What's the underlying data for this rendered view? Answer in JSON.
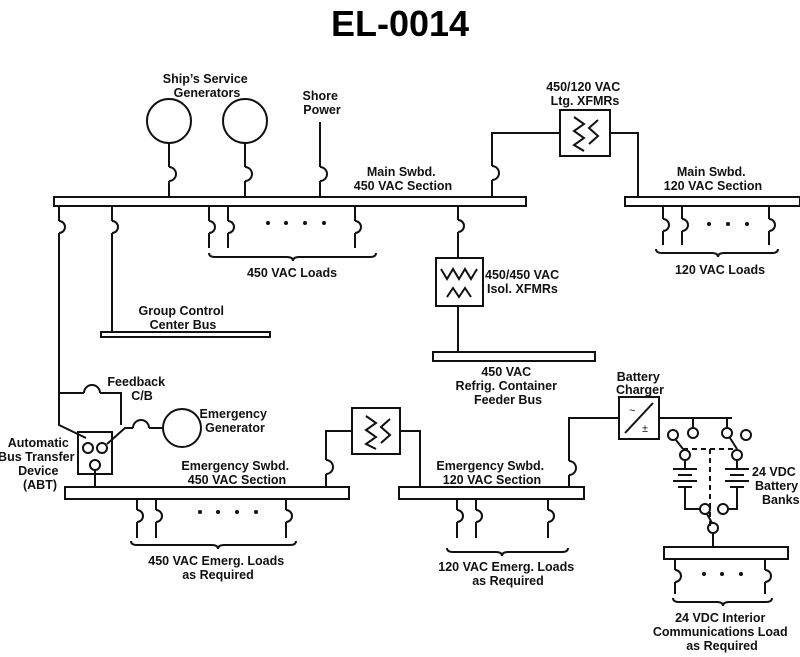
{
  "title": "EL-0014",
  "labels": {
    "ss_generators": [
      "Ship’s Service",
      "Generators"
    ],
    "shore_power": [
      "Shore",
      "Power"
    ],
    "main_450": [
      "Main Swbd.",
      "450 VAC Section"
    ],
    "ltg_xfmrs": [
      "450/120 VAC",
      "Ltg. XFMRs"
    ],
    "main_120": [
      "Main Swbd.",
      "120 VAC Section"
    ],
    "loads_450": [
      "450 VAC Loads"
    ],
    "loads_120": [
      "120 VAC Loads"
    ],
    "isol_xfmrs": [
      "450/450 VAC",
      "Isol. XFMRs"
    ],
    "group_control": [
      "Group Control",
      "Center Bus"
    ],
    "refrig_bus": [
      "450 VAC",
      "Refrig. Container",
      "Feeder Bus"
    ],
    "feedback_cb": [
      "Feedback",
      "C/B"
    ],
    "emerg_generator": [
      "Emergency",
      "Generator"
    ],
    "abt": [
      "Automatic",
      "Bus Transfer",
      "Device",
      "(ABT)"
    ],
    "emerg_450": [
      "Emergency Swbd.",
      "450 VAC Section"
    ],
    "emerg_120": [
      "Emergency Swbd.",
      "120 VAC Section"
    ],
    "battery_charger": [
      "Battery",
      "Charger"
    ],
    "battery_banks": [
      "24 VDC",
      "Battery",
      "Banks"
    ],
    "emerg_loads_450": [
      "450 VAC Emerg. Loads",
      "as Required"
    ],
    "emerg_loads_120": [
      "120 VAC Emerg. Loads",
      "as Required"
    ],
    "ic_loads": [
      "24 VDC Interior",
      "Communications Load",
      "as Required"
    ]
  },
  "symbols": {
    "charger_ac": "~",
    "charger_dc": "±"
  }
}
